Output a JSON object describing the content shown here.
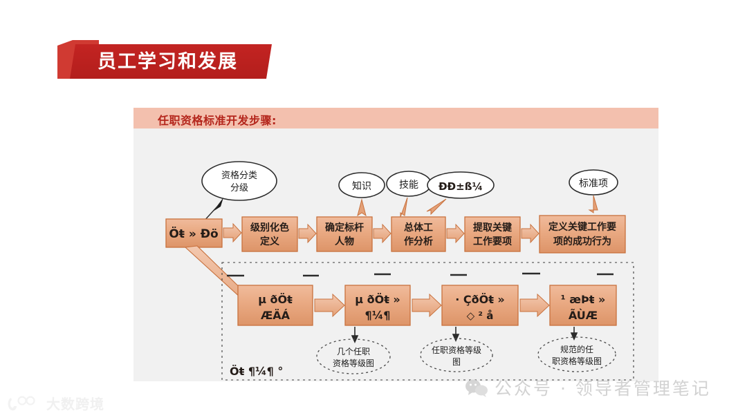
{
  "title_banner": {
    "text": "员工学习和发展"
  },
  "panel": {
    "header": "任职资格标准开发步骤:"
  },
  "diagram": {
    "row1_boxes": [
      {
        "line1": "Öŧ » Ðö",
        "line2": ""
      },
      {
        "line1": "级别化色",
        "line2": "定义"
      },
      {
        "line1": "确定标杆",
        "line2": "人物"
      },
      {
        "line1": "总体工",
        "line2": "作分析"
      },
      {
        "line1": "提取关键",
        "line2": "工作要项"
      },
      {
        "line1": "定义关键工作要",
        "line2": "项的成功行为"
      }
    ],
    "row1_callouts": [
      {
        "line1": "资格分类",
        "line2": "分级"
      },
      {
        "line1": "知识",
        "line2": ""
      },
      {
        "line1": "技能",
        "line2": ""
      },
      {
        "line1": "ÐÐ±ß¼",
        "line2": ""
      },
      {
        "line1": "标准项",
        "line2": ""
      }
    ],
    "row2_boxes": [
      {
        "line1": "µ ðÖŧ",
        "line2": "ÆÄÁ"
      },
      {
        "line1": "µ ðÖŧ »",
        "line2": "¶¼¶"
      },
      {
        "line1": "· ÇðÖŧ »",
        "line2": "◇ ² å"
      },
      {
        "line1": "¹ æÞŧ »",
        "line2": "ÃÙÆ"
      }
    ],
    "row2_callouts": [
      {
        "line1": "几个任职",
        "line2": "资格等级图"
      },
      {
        "line1": "任职资格等级",
        "line2": "图"
      },
      {
        "line1": "规范的任",
        "line2": "职资格等级图"
      }
    ],
    "row2_note": "Öŧ ¶¼¶ °",
    "colors": {
      "box_fill": "#e8a782",
      "box_fill_light": "#f3c4a8",
      "box_border": "#c8713d",
      "arrow_fill": "#eab08e",
      "arrow_border": "#c8713d",
      "panel_bg": "#f1f1f1",
      "header_bg": "#f3c0ae",
      "header_text": "#b4261c",
      "banner_red": "#c32422"
    }
  },
  "watermarks": {
    "wechat": "公众号 · 领导者管理笔记",
    "brand": "大数跨境"
  }
}
